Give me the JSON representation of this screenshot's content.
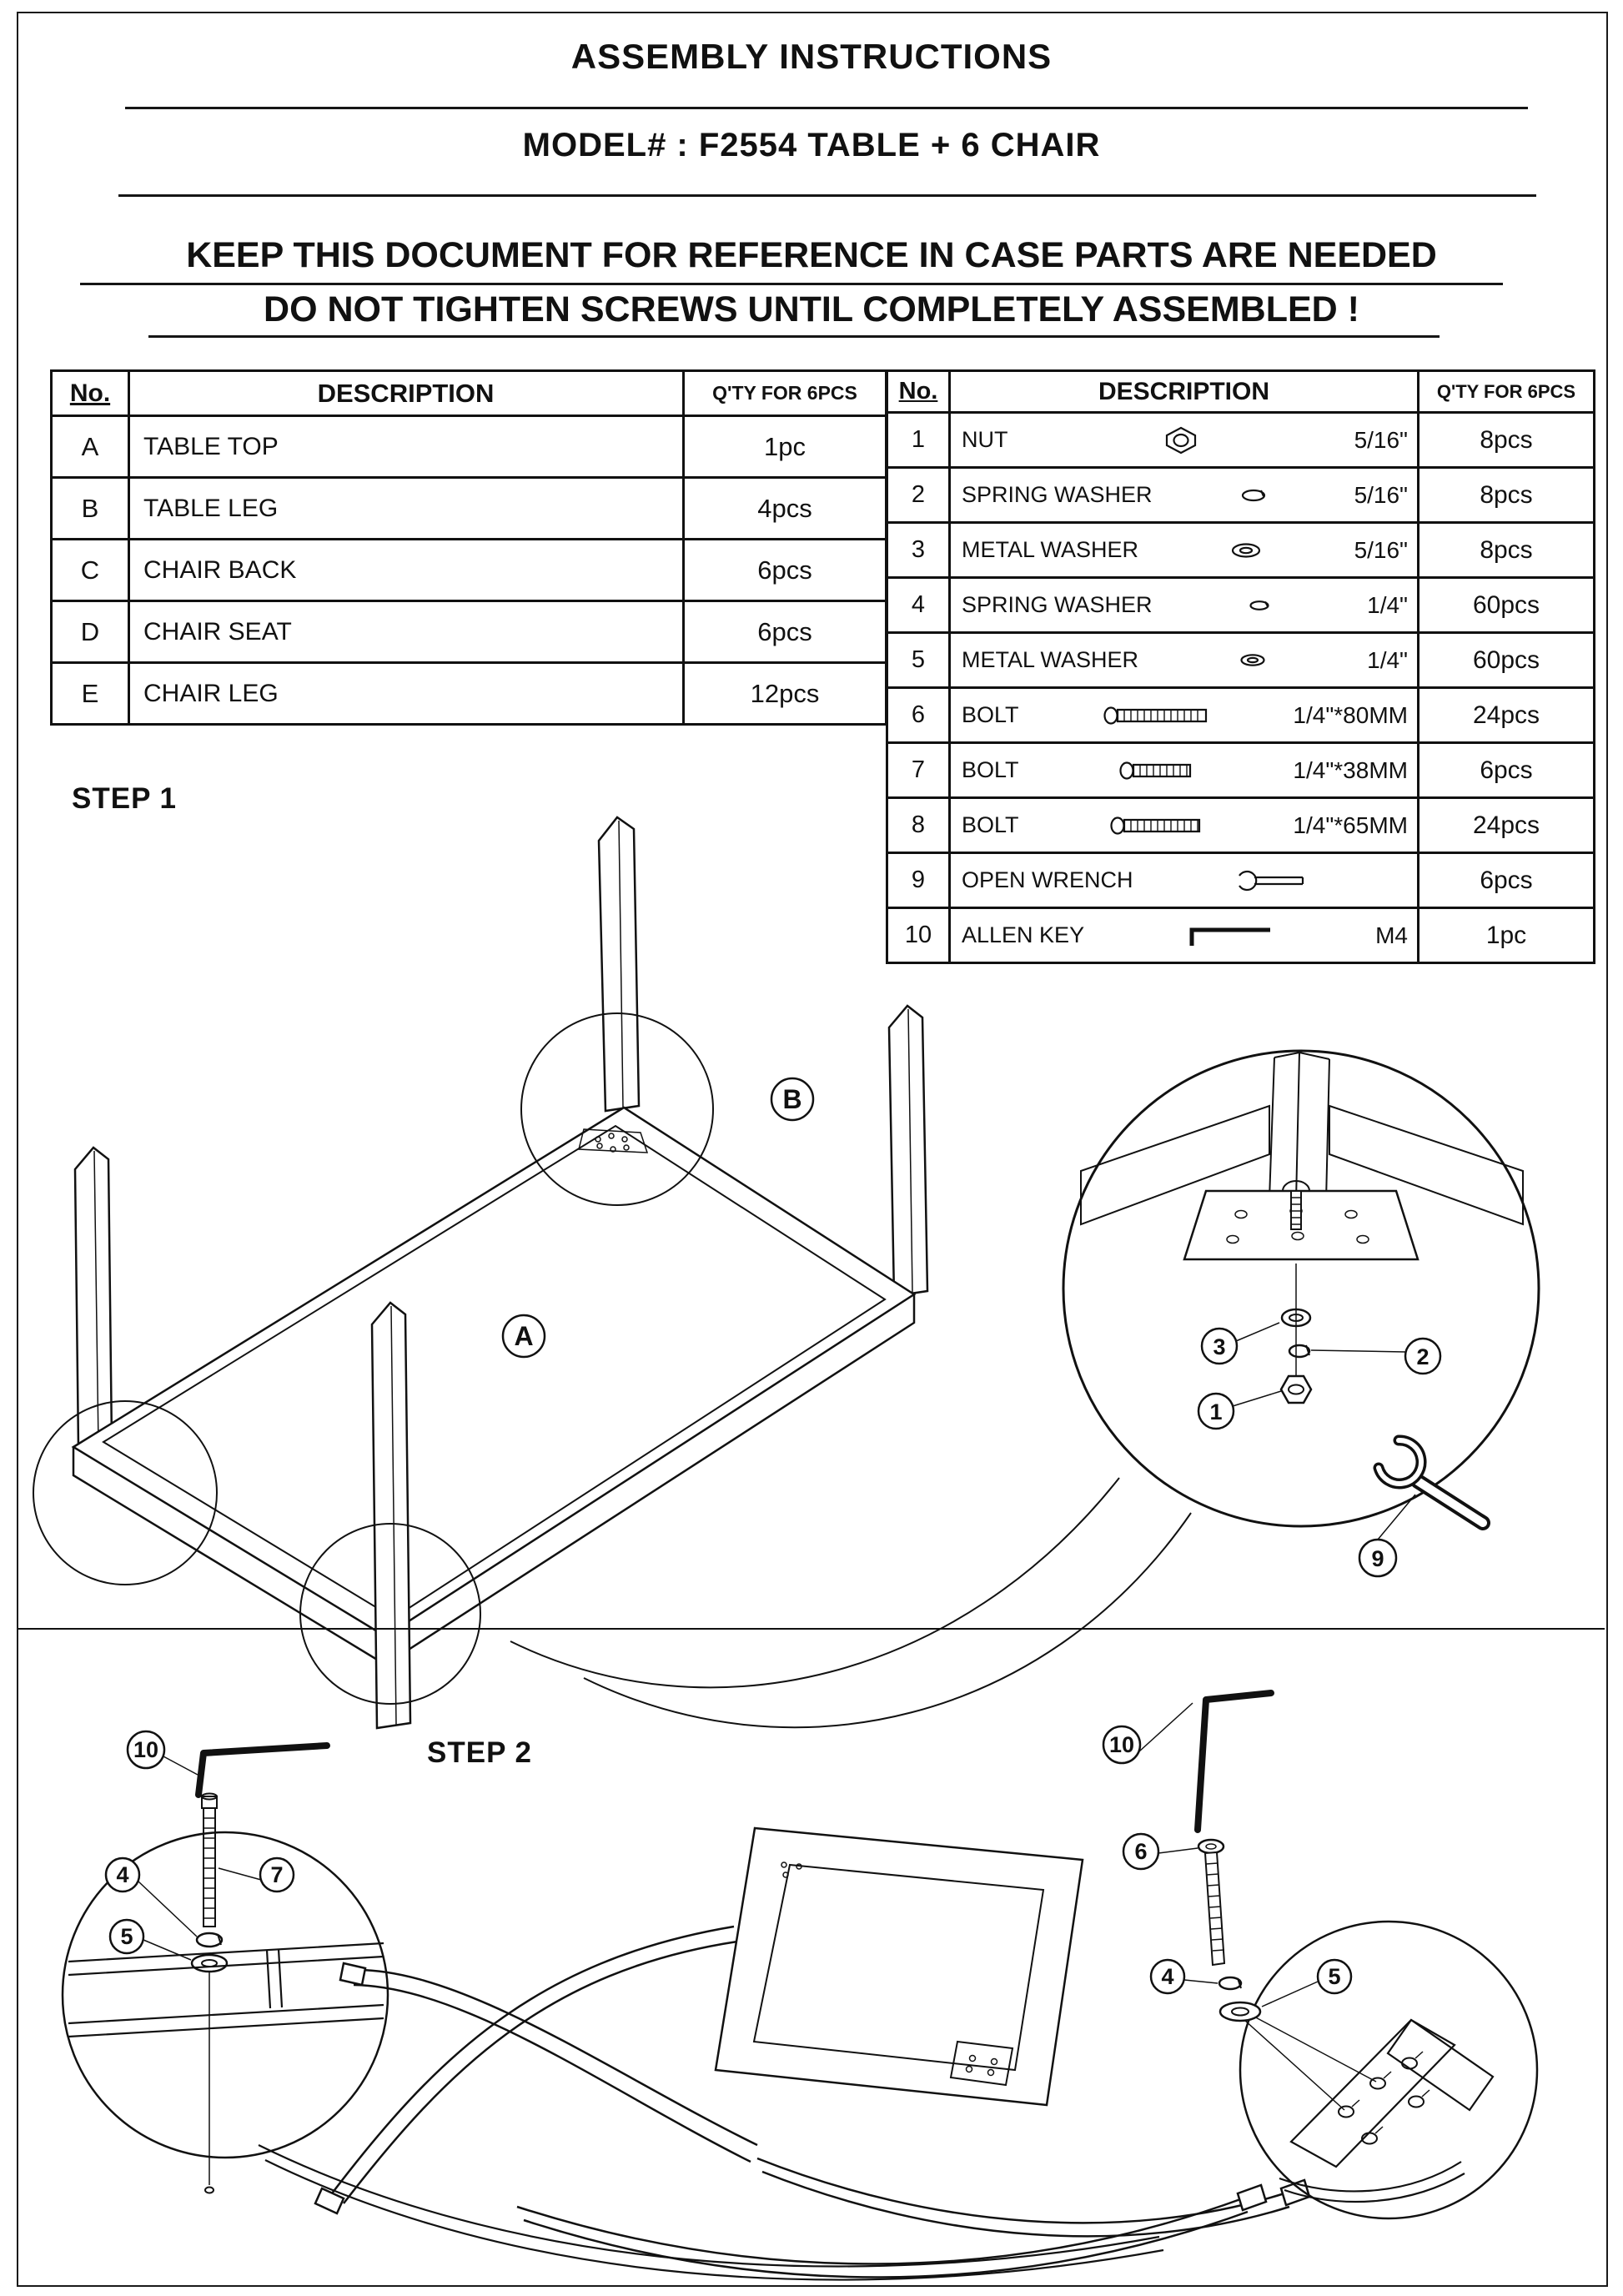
{
  "colors": {
    "ink": "#111111",
    "paper": "#ffffff"
  },
  "header": {
    "title": "ASSEMBLY INSTRUCTIONS",
    "model_line": "MODEL#  :  F2554 TABLE + 6 CHAIR",
    "warning_line1": "KEEP THIS DOCUMENT FOR REFERENCE IN CASE PARTS ARE NEEDED",
    "warning_line2": "DO NOT TIGHTEN SCREWS UNTIL COMPLETELY ASSEMBLED !"
  },
  "parts_table": {
    "headers": {
      "no": "No.",
      "description": "DESCRIPTION",
      "qty": "Q'TY FOR 6PCS"
    },
    "rows": [
      {
        "no": "A",
        "description": "TABLE TOP",
        "qty": "1pc"
      },
      {
        "no": "B",
        "description": "TABLE LEG",
        "qty": "4pcs"
      },
      {
        "no": "C",
        "description": "CHAIR BACK",
        "qty": "6pcs"
      },
      {
        "no": "D",
        "description": "CHAIR SEAT",
        "qty": "6pcs"
      },
      {
        "no": "E",
        "description": "CHAIR LEG",
        "qty": "12pcs"
      }
    ]
  },
  "hardware_table": {
    "headers": {
      "no": "No.",
      "description": "DESCRIPTION",
      "qty": "Q'TY FOR 6PCS"
    },
    "rows": [
      {
        "no": "1",
        "description": "NUT",
        "size": "5/16\"",
        "qty": "8pcs",
        "icon": "nut-icon"
      },
      {
        "no": "2",
        "description": "SPRING WASHER",
        "size": "5/16\"",
        "qty": "8pcs",
        "icon": "spring-washer-icon"
      },
      {
        "no": "3",
        "description": "METAL WASHER",
        "size": "5/16\"",
        "qty": "8pcs",
        "icon": "metal-washer-icon"
      },
      {
        "no": "4",
        "description": "SPRING WASHER",
        "size": "1/4\"",
        "qty": "60pcs",
        "icon": "spring-washer-icon"
      },
      {
        "no": "5",
        "description": "METAL WASHER",
        "size": "1/4\"",
        "qty": "60pcs",
        "icon": "metal-washer-icon"
      },
      {
        "no": "6",
        "description": "BOLT",
        "size": "1/4\"*80MM",
        "qty": "24pcs",
        "icon": "bolt-icon"
      },
      {
        "no": "7",
        "description": "BOLT",
        "size": "1/4\"*38MM",
        "qty": "6pcs",
        "icon": "bolt-icon"
      },
      {
        "no": "8",
        "description": "BOLT",
        "size": "1/4\"*65MM",
        "qty": "24pcs",
        "icon": "bolt-icon"
      },
      {
        "no": "9",
        "description": "OPEN WRENCH",
        "size": "",
        "qty": "6pcs",
        "icon": "open-wrench-icon"
      },
      {
        "no": "10",
        "description": "ALLEN KEY",
        "size": "M4",
        "qty": "1pc",
        "icon": "allen-key-icon"
      }
    ]
  },
  "diagram": {
    "step1_label": "STEP 1",
    "step2_label": "STEP 2",
    "callouts": {
      "a": "A",
      "b": "B",
      "1": "1",
      "2": "2",
      "3": "3",
      "4": "4",
      "5": "5",
      "6": "6",
      "7": "7",
      "9": "9",
      "10": "10"
    }
  }
}
